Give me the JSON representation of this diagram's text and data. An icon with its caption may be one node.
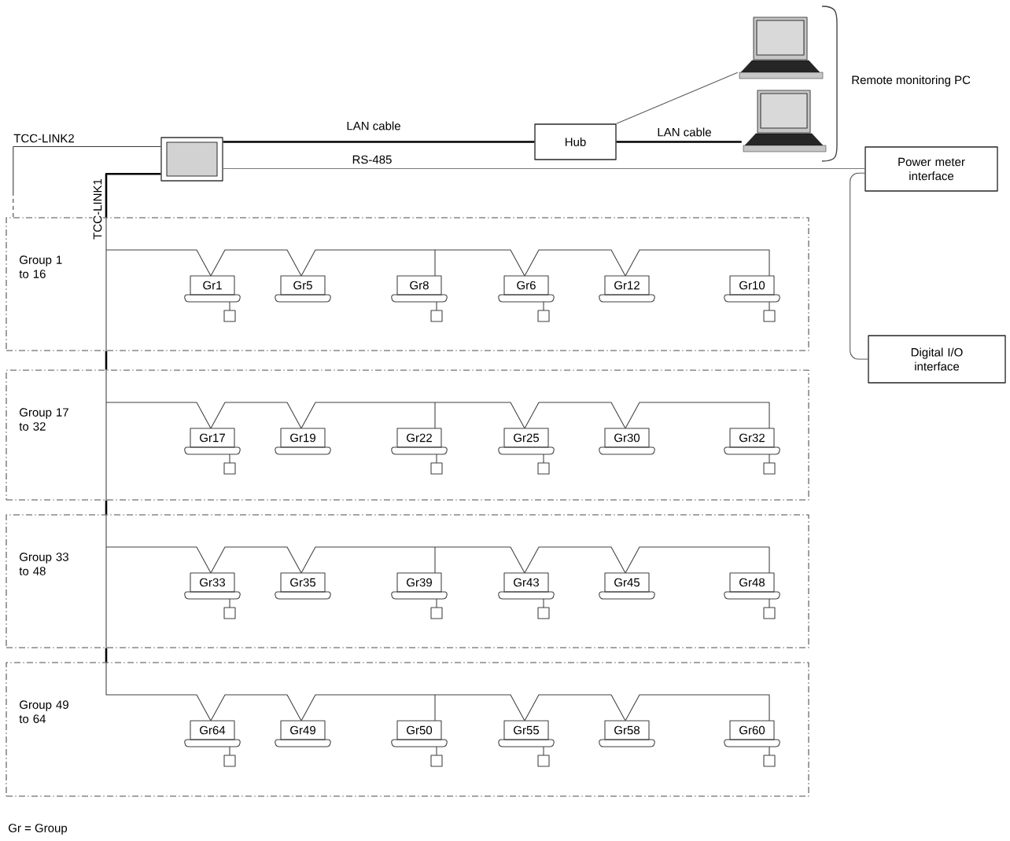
{
  "diagram": {
    "nodes": [
      {
        "text": [],
        "shape": "box"
      },
      {
        "text": [
          "Hub"
        ]
      },
      {
        "text": [],
        "shape": "laptop"
      },
      {
        "text": [],
        "shape": "laptop"
      },
      {
        "text": [
          "Power meter interface"
        ]
      },
      {
        "text": [
          "Digital I/O interface"
        ]
      },
      {
        "text": [
          "Group 1 to 16"
        ]
      },
      {
        "text": [
          "Group 17 to 32"
        ]
      },
      {
        "text": [
          "Group 33 to 48"
        ]
      },
      {
        "text": [
          "Group 49 to 64"
        ]
      }
    ],
    "edges": [
      {
        "from": 0,
        "to": 1,
        "arrow": "none",
        "label": "LAN cable"
      },
      {
        "from": 1,
        "to": 2,
        "arrow": "none",
        "color": "#5a5a5a"
      },
      {
        "from": 1,
        "to": 3,
        "arrow": "none",
        "label": "LAN cable"
      },
      {
        "from": 0,
        "to": 4,
        "arrow": "none",
        "label": "RS-485",
        "color": "#7a7a7a"
      },
      {
        "from": 4,
        "to": 5,
        "arrow": "none",
        "color": "#5a5a5a"
      },
      {
        "from": 0,
        "to": 6,
        "arrow": "none",
        "label": "TCC-LINK2",
        "style": "dashed",
        "color": "#3a3a3a"
      },
      {
        "from": 0,
        "to": 6,
        "arrow": "none",
        "label": "TCC-LINK1"
      },
      {
        "from": 6,
        "to": 7,
        "arrow": "none"
      },
      {
        "from": 7,
        "to": 8,
        "arrow": "none"
      },
      {
        "from": 8,
        "to": 9,
        "arrow": "none"
      }
    ],
    "labels": [
      "Remote monitoring PC",
      "Gr1",
      "Gr5",
      "Gr8",
      "Gr6",
      "Gr12",
      "Gr10",
      "Gr17",
      "Gr19",
      "Gr22",
      "Gr25",
      "Gr30",
      "Gr32",
      "Gr33",
      "Gr35",
      "Gr39",
      "Gr43",
      "Gr45",
      "Gr48",
      "Gr64",
      "Gr49",
      "Gr50",
      "Gr55",
      "Gr58",
      "Gr60",
      "Gr = Group"
    ]
  }
}
